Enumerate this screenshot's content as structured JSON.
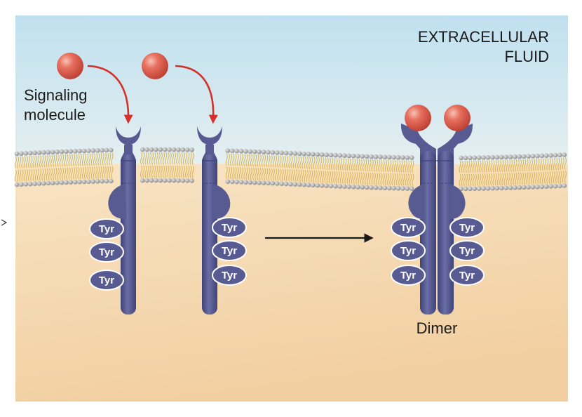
{
  "labels": {
    "extracellular_line1": "EXTRACELLULAR",
    "extracellular_line2": "FLUID",
    "signaling_line1": "Signaling",
    "signaling_line2": "molecule",
    "dimer": "Dimer",
    "tyr": "Tyr"
  },
  "colors": {
    "extracellular_top": "#bfe0ef",
    "extracellular_bottom": "#e5eff0",
    "cytoplasm_top": "#f8e4c4",
    "cytoplasm_bottom": "#f2cfa1",
    "lipid_tail": "#d8b24a",
    "lipid_head": "#9a9a9a",
    "receptor": "#575b92",
    "receptor_dark": "#3f4377",
    "molecule": "#e0564a",
    "arrow_red": "#d4312a",
    "arrow_black": "#1a1a1a"
  }
}
